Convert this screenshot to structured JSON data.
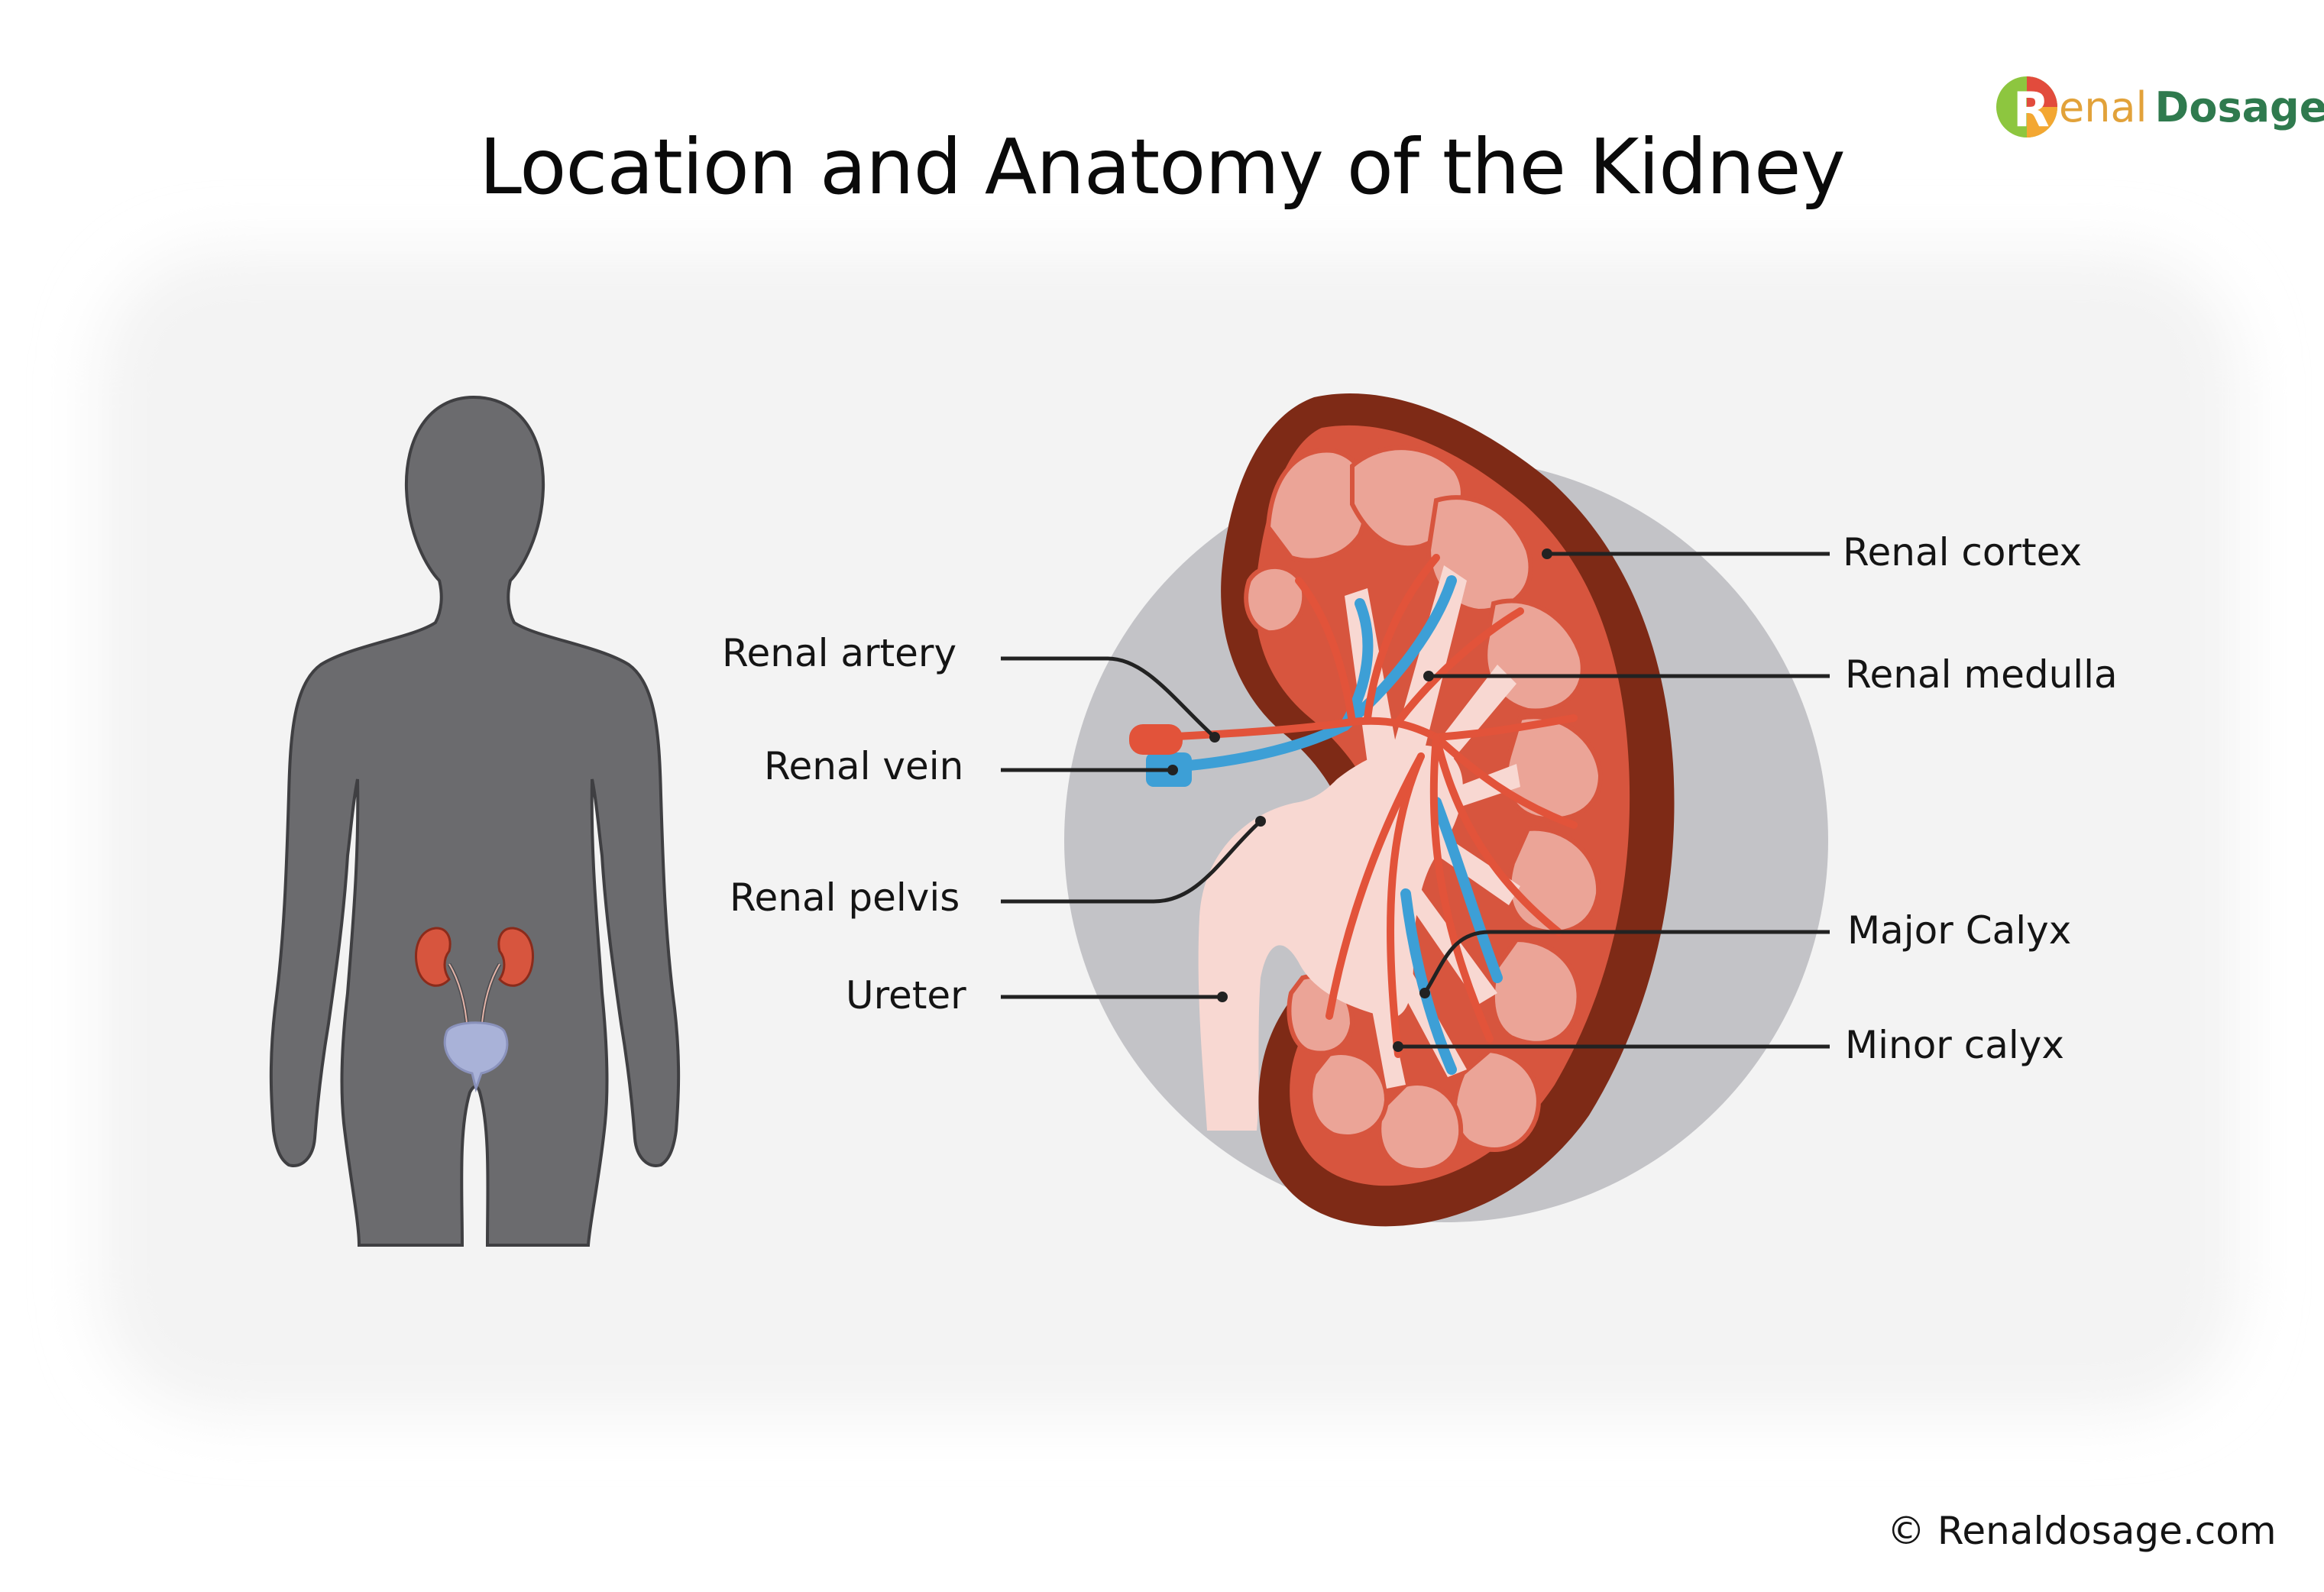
{
  "title": "Location and Anatomy of the Kidney",
  "logo": {
    "r": "R",
    "enal": "enal",
    "dosage": "Dosage"
  },
  "labels": {
    "renal_artery": "Renal artery",
    "renal_vein": "Renal vein",
    "renal_pelvis": "Renal pelvis",
    "ureter": "Ureter",
    "renal_cortex": "Renal cortex",
    "renal_medulla": "Renal medulla",
    "major_calyx": "Major Calyx",
    "minor_calyx": "Minor calyx"
  },
  "copyright": "© Renaldosage.com",
  "colors": {
    "body": "#6b6b6e",
    "kidney_outer": "#7e2a16",
    "kidney_cortex": "#d7553e",
    "pyramid": "#eba497",
    "pelvis": "#f8d8d2",
    "artery": "#e2533a",
    "vein": "#3d9fd6",
    "bladder": "#a9b2d8",
    "backdrop_circle": "#c3c3c7"
  }
}
